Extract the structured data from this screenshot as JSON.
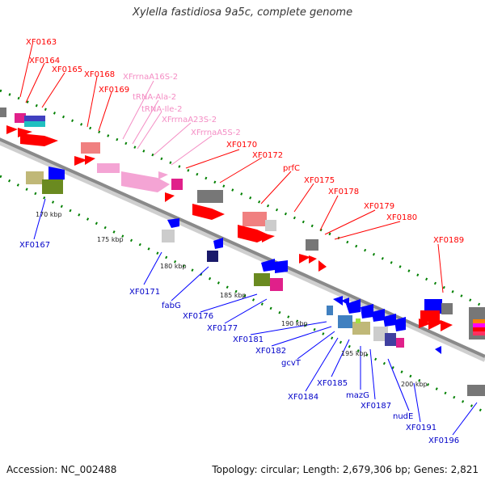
{
  "title": "Xylella fastidiosa 9a5c, complete genome",
  "footer": {
    "accession": "Accession: NC_002488",
    "topology": "Topology: circular; Length: 2,679,306 bp; Genes: 2,821"
  },
  "ticks": [
    "170 kbp",
    "175 kbp",
    "180 kbp",
    "185 kbp",
    "190 kbp",
    "195 kbp",
    "200 kbp"
  ],
  "labels_top": [
    "XF0163",
    "XF0164",
    "XF0165",
    "XF0168",
    "XF0169",
    "XF0170",
    "XF0172",
    "prfC",
    "XF0175",
    "XF0178",
    "XF0179",
    "XF0180",
    "XF0189"
  ],
  "labels_rna": [
    "XFrrnaA16S-2",
    "tRNA-Ala-2",
    "tRNA-Ile-2",
    "XFrrnaA23S-2",
    "XFrrnaA5S-2"
  ],
  "labels_bottom": [
    "XF0167",
    "XF0171",
    "fabG",
    "XF0176",
    "XF0177",
    "XF0181",
    "XF0182",
    "gcvT",
    "XF0184",
    "XF0185",
    "mazG",
    "XF0187",
    "nudE",
    "XF0191",
    "XF0196"
  ],
  "colors": {
    "forward_gene": "#ff0000",
    "reverse_gene": "#0000ff",
    "rna_label": "#f48dc4",
    "backbone": "#999999",
    "tick_mark": "#008000"
  }
}
